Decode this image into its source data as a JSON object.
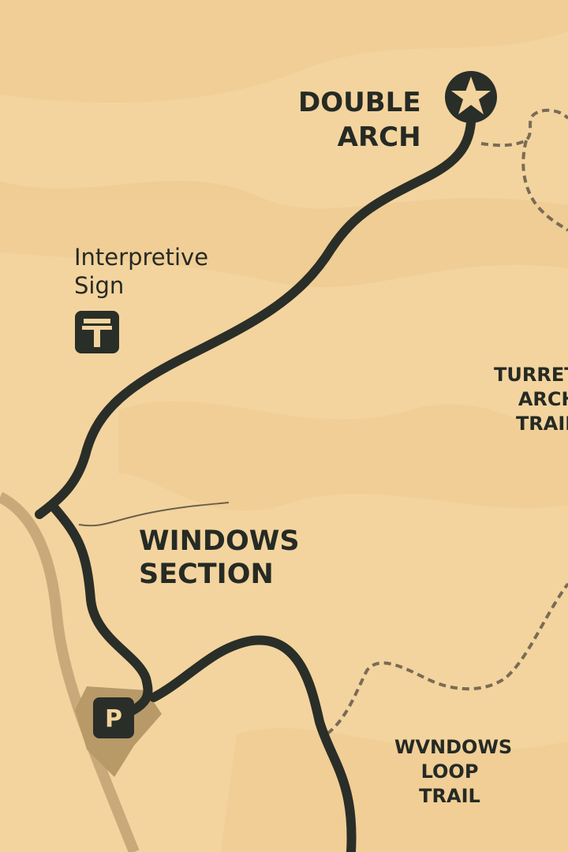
{
  "colors": {
    "background": "#f3d49e",
    "trail": "#2a2e28",
    "dashed_trail": "#7a6b55",
    "road": "#c9a979",
    "parking_area": "#b89968"
  },
  "labels": {
    "double_arch": [
      "DOUBLE",
      "ARCH"
    ],
    "interpretive_sign": [
      "Interpretive",
      "Sign"
    ],
    "windows_section": [
      "WINDOWS",
      "SECTION"
    ],
    "turret_arch_trail": [
      "TURRET",
      "ARCH",
      "TRAIL"
    ],
    "windows_loop_trail": [
      "WVNDOWS",
      "LOOP",
      "TRAIL"
    ]
  },
  "icons": {
    "destination": "star-icon",
    "sign": "interpretive-sign-icon",
    "parking": "P"
  }
}
